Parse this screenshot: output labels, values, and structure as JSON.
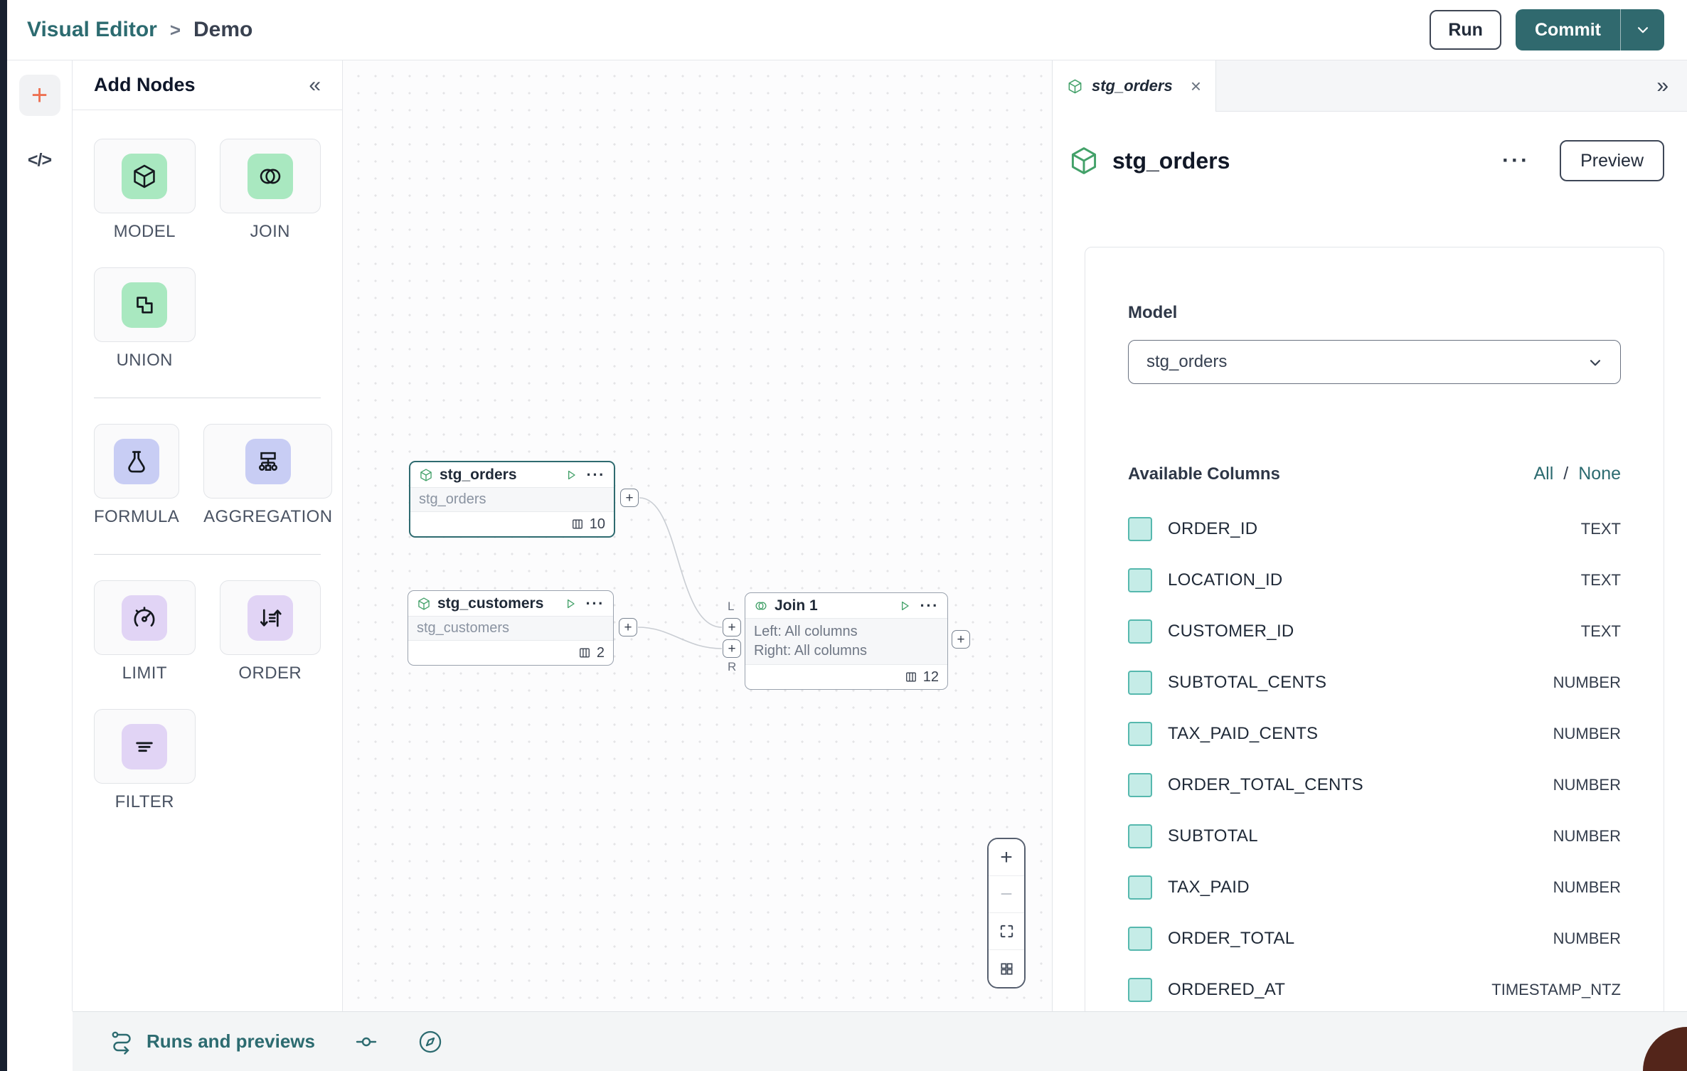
{
  "colors": {
    "teal": "#2C6B70",
    "commit_bg": "#30696E",
    "green_icon": "#43A169",
    "mint": "#A9E8C0",
    "indigo": "#C8CDF4",
    "violet": "#E1D4F5",
    "checkbox_fill": "#C5ECE7",
    "checkbox_border": "#56B8AE",
    "selection": "#2F6B70",
    "orange": "#ED7152",
    "maroon": "#53251A"
  },
  "header": {
    "breadcrumb_root": "Visual Editor",
    "breadcrumb_separator": ">",
    "breadcrumb_current": "Demo",
    "run_label": "Run",
    "commit_label": "Commit"
  },
  "left_rail": {
    "add_glyph": "+",
    "code_glyph": "</>"
  },
  "add_nodes": {
    "title": "Add Nodes",
    "collapse_glyph": "«",
    "groups": [
      {
        "items": [
          {
            "label": "MODEL",
            "icon": "cube",
            "tone": "green"
          },
          {
            "label": "JOIN",
            "icon": "join",
            "tone": "green"
          },
          {
            "label": "UNION",
            "icon": "union",
            "tone": "green"
          }
        ]
      },
      {
        "items": [
          {
            "label": "FORMULA",
            "icon": "flask",
            "tone": "indigo"
          },
          {
            "label": "AGGREGATION",
            "icon": "aggregation",
            "tone": "indigo"
          }
        ]
      },
      {
        "items": [
          {
            "label": "LIMIT",
            "icon": "gauge",
            "tone": "purple"
          },
          {
            "label": "ORDER",
            "icon": "sort",
            "tone": "purple"
          },
          {
            "label": "FILTER",
            "icon": "filter",
            "tone": "purple"
          }
        ]
      }
    ]
  },
  "canvas": {
    "port_plus": "+",
    "nodes": [
      {
        "name": "stg_orders",
        "model": "stg_orders",
        "column_count": "10"
      },
      {
        "name": "stg_customers",
        "model": "stg_customers",
        "column_count": "2"
      },
      {
        "name": "Join 1",
        "left": "Left: All columns",
        "right": "Right: All columns",
        "column_count": "12",
        "port_left": "L",
        "port_right": "R"
      }
    ],
    "zoom_controls": {
      "zoom_in": "+",
      "zoom_out": "−"
    }
  },
  "right_panel": {
    "tab_title": "stg_orders",
    "tab_close_glyph": "×",
    "expand_glyph": "»",
    "title": "stg_orders",
    "menu_glyph": "···",
    "preview_label": "Preview",
    "model_label": "Model",
    "model_value": "stg_orders",
    "columns_label": "Available Columns",
    "select_all_label": "All",
    "select_separator": "/",
    "select_none_label": "None",
    "columns": [
      {
        "name": "ORDER_ID",
        "type": "TEXT"
      },
      {
        "name": "LOCATION_ID",
        "type": "TEXT"
      },
      {
        "name": "CUSTOMER_ID",
        "type": "TEXT"
      },
      {
        "name": "SUBTOTAL_CENTS",
        "type": "NUMBER"
      },
      {
        "name": "TAX_PAID_CENTS",
        "type": "NUMBER"
      },
      {
        "name": "ORDER_TOTAL_CENTS",
        "type": "NUMBER"
      },
      {
        "name": "SUBTOTAL",
        "type": "NUMBER"
      },
      {
        "name": "TAX_PAID",
        "type": "NUMBER"
      },
      {
        "name": "ORDER_TOTAL",
        "type": "NUMBER"
      },
      {
        "name": "ORDERED_AT",
        "type": "TIMESTAMP_NTZ"
      }
    ]
  },
  "bottom_bar": {
    "runs_label": "Runs and previews"
  }
}
